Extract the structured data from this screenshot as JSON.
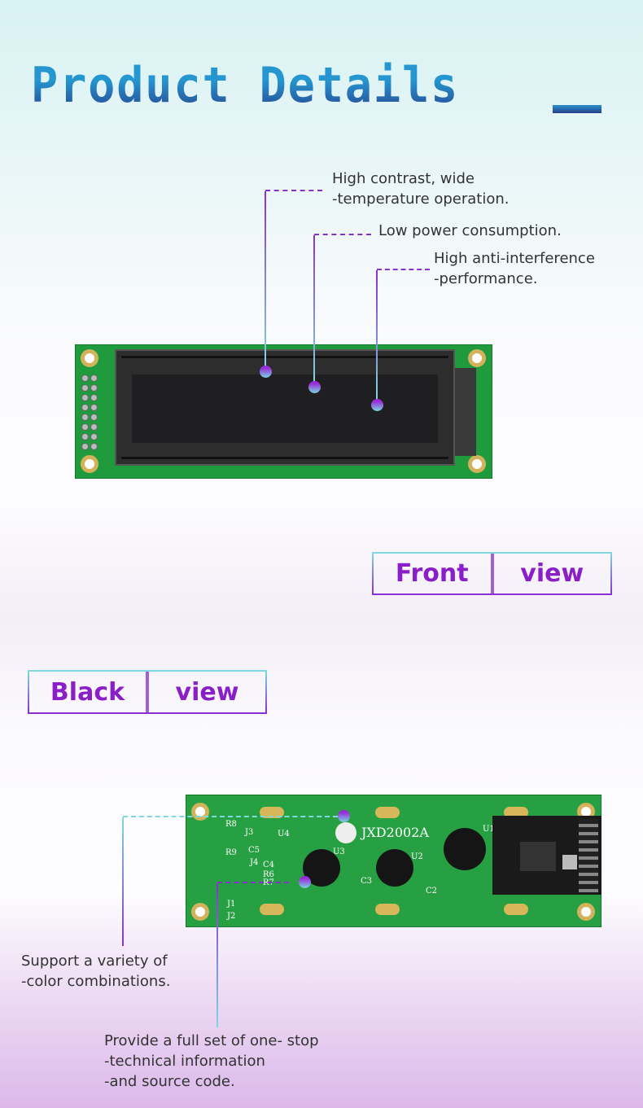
{
  "header": {
    "title": "Product Details"
  },
  "front": {
    "callouts": [
      {
        "lines": [
          "High contrast, wide",
          "-temperature operation."
        ]
      },
      {
        "lines": [
          "Low power consumption."
        ]
      },
      {
        "lines": [
          "High anti-interference",
          "-performance."
        ]
      }
    ],
    "label": {
      "word1": "Front",
      "word2": "view"
    }
  },
  "back": {
    "label": {
      "word1": "Black",
      "word2": "view"
    },
    "board_marking": "JXD2002A",
    "silkscreen": [
      "R8",
      "R9",
      "J3",
      "J4",
      "U4",
      "C5",
      "C4",
      "R6",
      "R7",
      "U3",
      "U2",
      "U1",
      "C3",
      "C2",
      "J1",
      "J2"
    ],
    "callouts": [
      {
        "lines": [
          "Support a variety of",
          "-color combinations."
        ]
      },
      {
        "lines": [
          "Provide a full set of one- stop",
          "-technical information",
          "-and source code."
        ]
      }
    ]
  },
  "colors": {
    "accent_purple": "#8a1fc8",
    "accent_cyan": "#7fd8e0",
    "title_blue": "#2596cf",
    "pcb_green": "#1f9a3c"
  }
}
